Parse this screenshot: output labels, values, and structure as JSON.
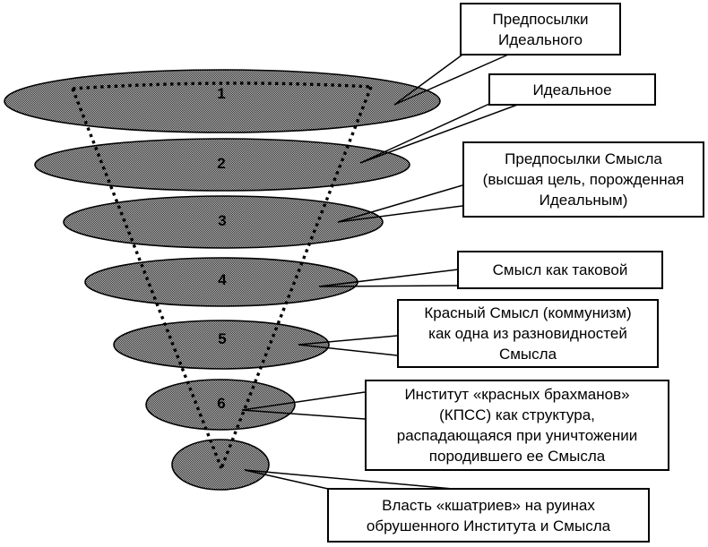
{
  "diagram_title": "cone-of-meanings",
  "colors": {
    "background": "#ffffff",
    "line": "#000000",
    "box_fill": "#ffffff",
    "dither_dark": "#343434",
    "dither_light": "#b9b9b9"
  },
  "levels": [
    {
      "number": "1",
      "label": "Предпосылки\nИдеального"
    },
    {
      "number": "2",
      "label": "Идеальное"
    },
    {
      "number": "3",
      "label": "Предпосылки Смысла\n(высшая цель, порожденная\nИдеальным)"
    },
    {
      "number": "4",
      "label": "Смысл как таковой"
    },
    {
      "number": "5",
      "label": "Красный Смысл (коммунизм)\nкак одна из разновидностей\nСмысла"
    },
    {
      "number": "6",
      "label": "Институт «красных брахманов»\n(КПСС) как структура,\nраспадающаяся при уничтожении\nпородившего ее Смысла"
    },
    {
      "number": "",
      "label": "Власть «кшатриев» на руинах\nобрушенного Института и Смысла"
    }
  ]
}
